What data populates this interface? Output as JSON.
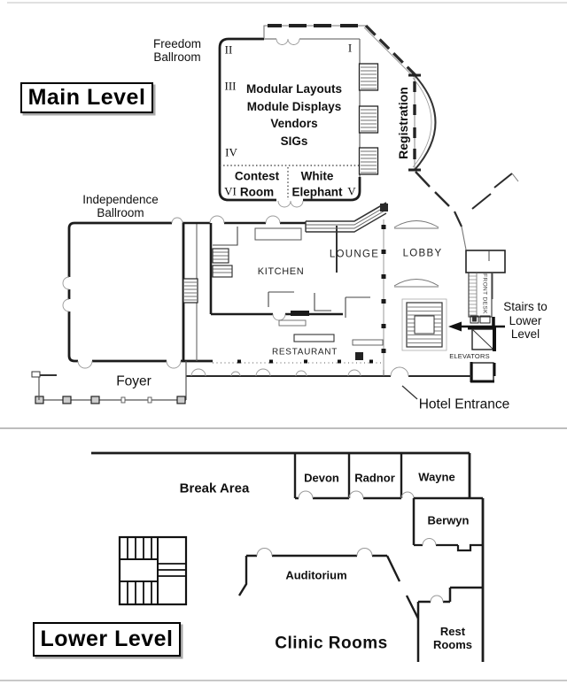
{
  "main_level": {
    "title": "Main Level",
    "freedom_ballroom": {
      "name": [
        "Freedom",
        "Ballroom"
      ],
      "numerals": {
        "i": "I",
        "ii": "II",
        "iii": "III",
        "iv": "IV",
        "v": "V",
        "vi": "VI"
      },
      "contents": [
        "Modular Layouts",
        "Module Displays",
        "Vendors",
        "SIGs"
      ],
      "contest_room": [
        "Contest",
        "Room"
      ],
      "white_elephant": [
        "White",
        "Elephant"
      ]
    },
    "registration": "Registration",
    "independence_ballroom": [
      "Independence",
      "Ballroom"
    ],
    "kitchen": "KITCHEN",
    "lounge": "LOUNGE",
    "lobby": "LOBBY",
    "front_desk": "FRONT DESK",
    "restaurant": "RESTAURANT",
    "elevators": "ELEVATORS",
    "foyer": "Foyer",
    "stairs_note": [
      "Stairs to",
      "Lower",
      "Level"
    ],
    "hotel_entrance": "Hotel Entrance"
  },
  "lower_level": {
    "title": "Lower Level",
    "break_area": "Break Area",
    "rooms": [
      "Devon",
      "Radnor",
      "Wayne",
      "Berwyn"
    ],
    "auditorium": "Auditorium",
    "clinic_rooms": "Clinic Rooms",
    "rest_rooms": [
      "Rest",
      "Rooms"
    ]
  },
  "colors": {
    "wall": "#1c1c1c",
    "thin_line": "#666666",
    "door_arc": "#999999",
    "separator": "#c0c0c0",
    "text": "#101010"
  }
}
